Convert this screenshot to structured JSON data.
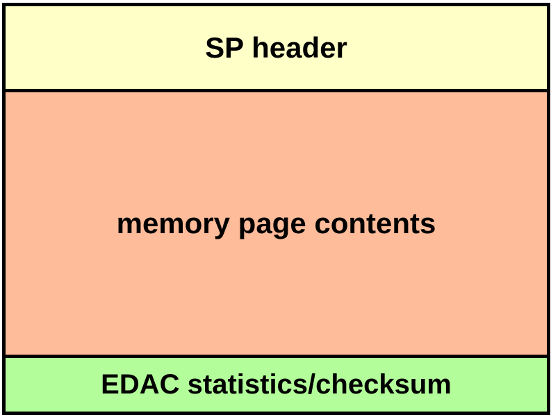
{
  "blocks": {
    "header": {
      "label": "SP header",
      "color": "#ffffc8"
    },
    "contents": {
      "label": "memory page contents",
      "color": "#ffbc9a"
    },
    "footer": {
      "label": "EDAC statistics/checksum",
      "color": "#b3fd9a"
    }
  }
}
